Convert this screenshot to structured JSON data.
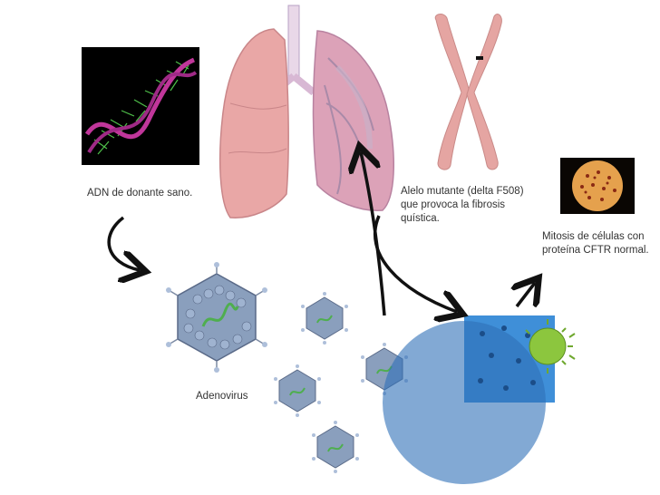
{
  "labels": {
    "dna": "ADN de donante sano.",
    "mutant_lines": [
      "Alelo mutante (delta F508)",
      "que provoca la fibrosis",
      "quística."
    ],
    "mitosis_lines": [
      "Mitosis de células con",
      "proteína CFTR normal."
    ],
    "adenovirus": "Adenovirus"
  },
  "colors": {
    "lung": "#e9a7a6",
    "lung_dark": "#d48f93",
    "chromosome": "#e5a5a2",
    "dna_helix": "#c0369a",
    "dna_bases": "#4fc04a",
    "virus_shell": "#8a9fbd",
    "virus_core": "#4fae4f",
    "cell_blue": "#3f8fd8",
    "cell_green": "#8cc63e",
    "arrow": "#111111"
  },
  "icons": [
    "dna-helix-image",
    "lungs-image",
    "chromosome-image",
    "adenovirus-image",
    "cell-mitosis-image",
    "cell-infection-image"
  ]
}
